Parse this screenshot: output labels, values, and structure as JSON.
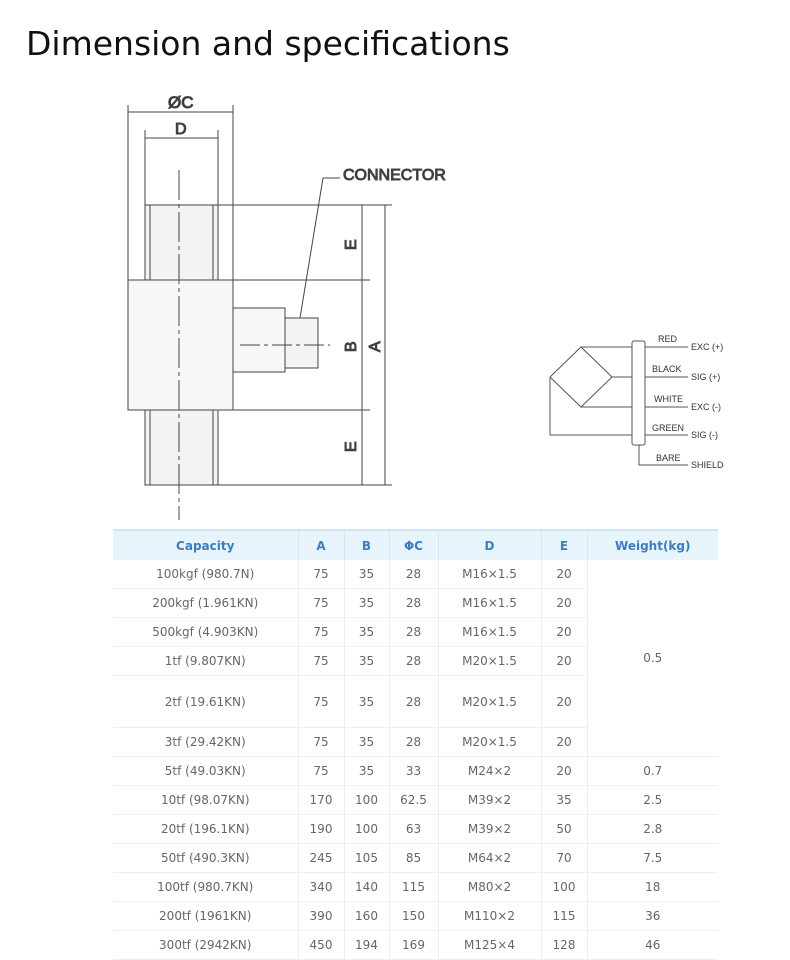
{
  "title": "Dimension and specifications",
  "drawing": {
    "labels": {
      "oc": "ØC",
      "d": "D",
      "connector": "CONNECTOR",
      "e_top": "E",
      "b": "B",
      "a": "A",
      "e_bot": "E"
    }
  },
  "wiring": {
    "wires": [
      "RED",
      "BLACK",
      "WHITE",
      "GREEN",
      "BARE"
    ],
    "terminals": [
      "EXC (+)",
      "SIG (+)",
      "EXC (-)",
      "SIG (-)",
      "SHIELD"
    ]
  },
  "table": {
    "headers": [
      "Capacity",
      "A",
      "B",
      "ΦC",
      "D",
      "E",
      "Weight(kg)"
    ],
    "rows": [
      [
        "100kgf (980.7N)",
        "75",
        "35",
        "28",
        "M16×1.5",
        "20"
      ],
      [
        "200kgf (1.961KN)",
        "75",
        "35",
        "28",
        "M16×1.5",
        "20"
      ],
      [
        "500kgf (4.903KN)",
        "75",
        "35",
        "28",
        "M16×1.5",
        "20"
      ],
      [
        "1tf (9.807KN)",
        "75",
        "35",
        "28",
        "M20×1.5",
        "20"
      ],
      [
        "2tf (19.61KN)",
        "75",
        "35",
        "28",
        "M20×1.5",
        "20"
      ],
      [
        "3tf (29.42KN)",
        "75",
        "35",
        "28",
        "M20×1.5",
        "20"
      ],
      [
        "5tf (49.03KN)",
        "75",
        "35",
        "33",
        "M24×2",
        "20",
        "0.7"
      ],
      [
        "10tf (98.07KN)",
        "170",
        "100",
        "62.5",
        "M39×2",
        "35",
        "2.5"
      ],
      [
        "20tf (196.1KN)",
        "190",
        "100",
        "63",
        "M39×2",
        "50",
        "2.8"
      ],
      [
        "50tf (490.3KN)",
        "245",
        "105",
        "85",
        "M64×2",
        "70",
        "7.5"
      ],
      [
        "100tf (980.7KN)",
        "340",
        "140",
        "115",
        "M80×2",
        "100",
        "18"
      ],
      [
        "200tf (1961KN)",
        "390",
        "160",
        "150",
        "M110×2",
        "115",
        "36"
      ],
      [
        "300tf (2942KN)",
        "450",
        "194",
        "169",
        "M125×4",
        "128",
        "46"
      ]
    ],
    "merged_weight": "0.5"
  }
}
